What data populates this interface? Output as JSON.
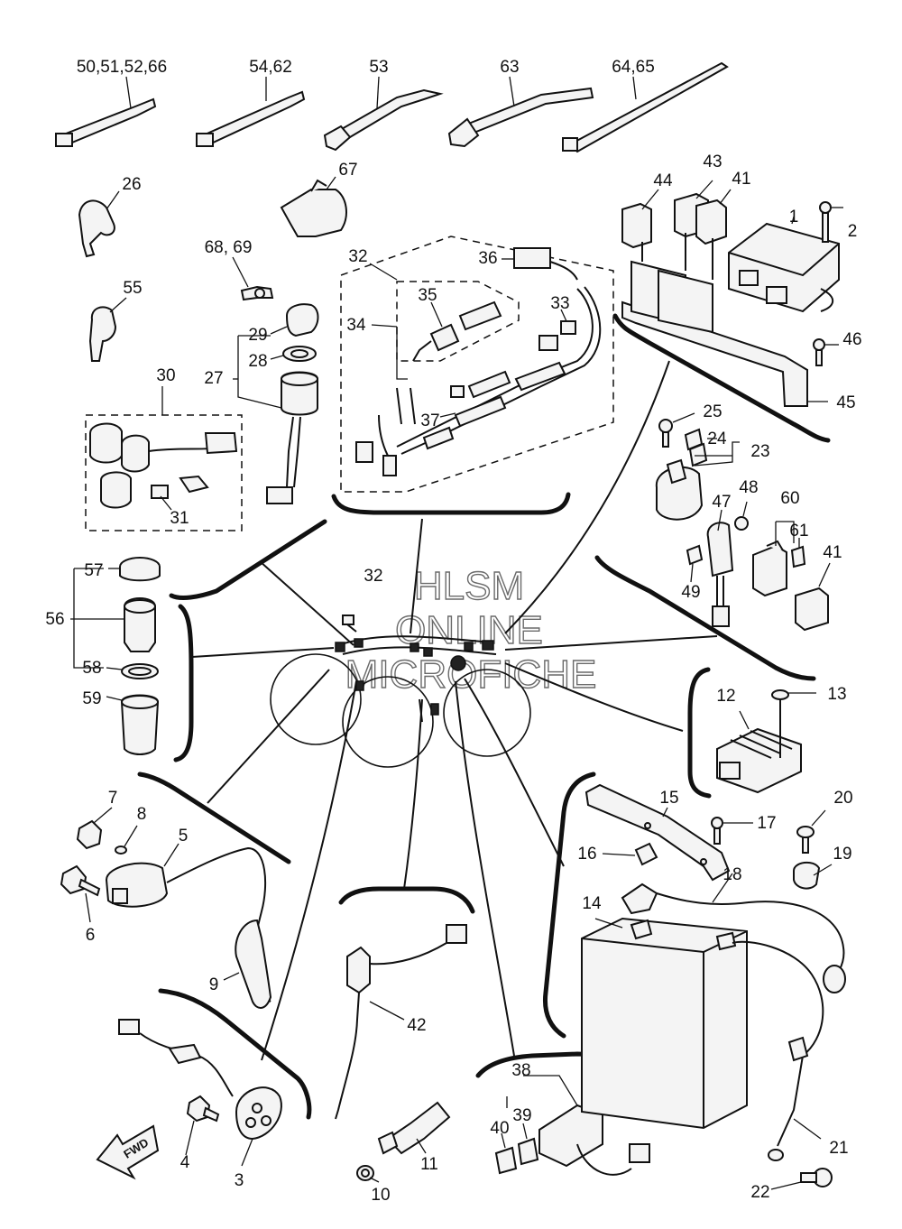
{
  "watermark": {
    "line1": "HLSM",
    "line2": "ONLINE",
    "line3": "MICROFICHE"
  },
  "direction_label": "FWD",
  "callouts": [
    {
      "id": "c-50-51-52-66",
      "text": "50,51,52,66"
    },
    {
      "id": "c-54-62",
      "text": "54,62"
    },
    {
      "id": "c-53",
      "text": "53"
    },
    {
      "id": "c-63",
      "text": "63"
    },
    {
      "id": "c-64-65",
      "text": "64,65"
    },
    {
      "id": "c-26",
      "text": "26"
    },
    {
      "id": "c-67",
      "text": "67"
    },
    {
      "id": "c-44",
      "text": "44"
    },
    {
      "id": "c-43",
      "text": "43"
    },
    {
      "id": "c-41a",
      "text": "41"
    },
    {
      "id": "c-1",
      "text": "1"
    },
    {
      "id": "c-2",
      "text": "2"
    },
    {
      "id": "c-68-69",
      "text": "68, 69"
    },
    {
      "id": "c-32a",
      "text": "32"
    },
    {
      "id": "c-36",
      "text": "36"
    },
    {
      "id": "c-55",
      "text": "55"
    },
    {
      "id": "c-35",
      "text": "35"
    },
    {
      "id": "c-33",
      "text": "33"
    },
    {
      "id": "c-34",
      "text": "34"
    },
    {
      "id": "c-29",
      "text": "29"
    },
    {
      "id": "c-46",
      "text": "46"
    },
    {
      "id": "c-28",
      "text": "28"
    },
    {
      "id": "c-27",
      "text": "27"
    },
    {
      "id": "c-30",
      "text": "30"
    },
    {
      "id": "c-45",
      "text": "45"
    },
    {
      "id": "c-37",
      "text": "37"
    },
    {
      "id": "c-25",
      "text": "25"
    },
    {
      "id": "c-24",
      "text": "24"
    },
    {
      "id": "c-23",
      "text": "23"
    },
    {
      "id": "c-31",
      "text": "31"
    },
    {
      "id": "c-48",
      "text": "48"
    },
    {
      "id": "c-47",
      "text": "47"
    },
    {
      "id": "c-60",
      "text": "60"
    },
    {
      "id": "c-61",
      "text": "61"
    },
    {
      "id": "c-41b",
      "text": "41"
    },
    {
      "id": "c-57",
      "text": "57"
    },
    {
      "id": "c-32b",
      "text": "32"
    },
    {
      "id": "c-49",
      "text": "49"
    },
    {
      "id": "c-56",
      "text": "56"
    },
    {
      "id": "c-58",
      "text": "58"
    },
    {
      "id": "c-12",
      "text": "12"
    },
    {
      "id": "c-13",
      "text": "13"
    },
    {
      "id": "c-59",
      "text": "59"
    },
    {
      "id": "c-7",
      "text": "7"
    },
    {
      "id": "c-15",
      "text": "15"
    },
    {
      "id": "c-20",
      "text": "20"
    },
    {
      "id": "c-8",
      "text": "8"
    },
    {
      "id": "c-5",
      "text": "5"
    },
    {
      "id": "c-17",
      "text": "17"
    },
    {
      "id": "c-16",
      "text": "16"
    },
    {
      "id": "c-19",
      "text": "19"
    },
    {
      "id": "c-18",
      "text": "18"
    },
    {
      "id": "c-6",
      "text": "6"
    },
    {
      "id": "c-14",
      "text": "14"
    },
    {
      "id": "c-9",
      "text": "9"
    },
    {
      "id": "c-42",
      "text": "42"
    },
    {
      "id": "c-38",
      "text": "38"
    },
    {
      "id": "c-39",
      "text": "39"
    },
    {
      "id": "c-21",
      "text": "21"
    },
    {
      "id": "c-40",
      "text": "40"
    },
    {
      "id": "c-4",
      "text": "4"
    },
    {
      "id": "c-11",
      "text": "11"
    },
    {
      "id": "c-3",
      "text": "3"
    },
    {
      "id": "c-22",
      "text": "22"
    },
    {
      "id": "c-10",
      "text": "10"
    }
  ]
}
